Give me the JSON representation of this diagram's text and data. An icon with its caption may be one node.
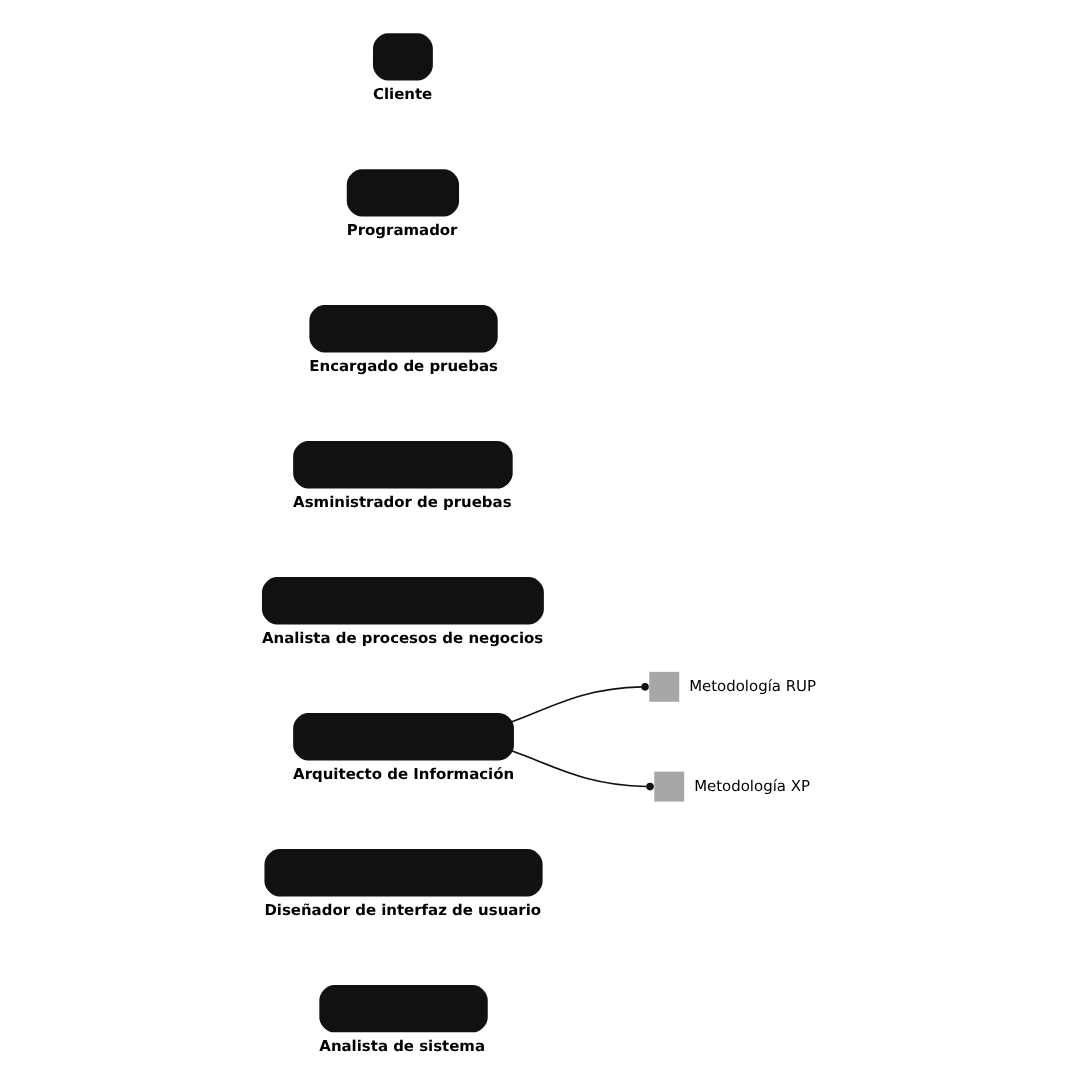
{
  "diagram": {
    "nodes": [
      {
        "text": [
          "Analista de sistema"
        ]
      },
      {
        "text": [
          "Diseñador de interfaz de usuario"
        ]
      },
      {
        "text": [
          "Metodología RUP"
        ]
      },
      {
        "text": [
          "Arquitecto de Información"
        ]
      },
      {
        "text": [
          "Analista de procesos de negocios"
        ]
      },
      {
        "text": [
          "Asministrador de pruebas"
        ]
      },
      {
        "text": [
          "Metodología XP"
        ]
      },
      {
        "text": [
          "Encargado de pruebas"
        ]
      },
      {
        "text": [
          "Programador"
        ]
      },
      {
        "text": [
          "Cliente"
        ]
      }
    ],
    "edges": [
      {
        "from": 3,
        "to": 2,
        "arrow": "other"
      },
      {
        "from": 3,
        "to": 6,
        "arrow": "other"
      }
    ]
  }
}
